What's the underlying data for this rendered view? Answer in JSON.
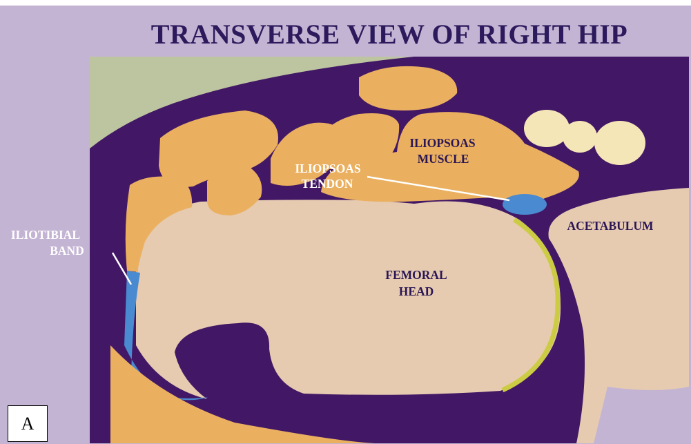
{
  "figure": {
    "title": "TRANSVERSE VIEW OF RIGHT HIP",
    "panel_label": "A",
    "labels": {
      "iliopsoas_muscle": [
        "ILIOPSOAS",
        "MUSCLE"
      ],
      "iliopsoas_tendon": [
        "ILIOPSOAS",
        "TENDON"
      ],
      "iliotibial_band": [
        "ILIOTIBIAL",
        "BAND"
      ],
      "acetabulum": "ACETABULUM",
      "femoral_head": [
        "FEMORAL",
        "HEAD"
      ]
    },
    "colors": {
      "background": "#c4b4d4",
      "cavity": "#421866",
      "muscle": "#eab060",
      "bone": "#e6cbb0",
      "tendon": "#4a8ad0",
      "cartilage": "#cccc44",
      "fat": "#f5e6b8",
      "skin": "#bcc4a0",
      "title": "#2c1a5c",
      "label_dark": "#2a1654",
      "label_light": "#ffffff"
    }
  }
}
